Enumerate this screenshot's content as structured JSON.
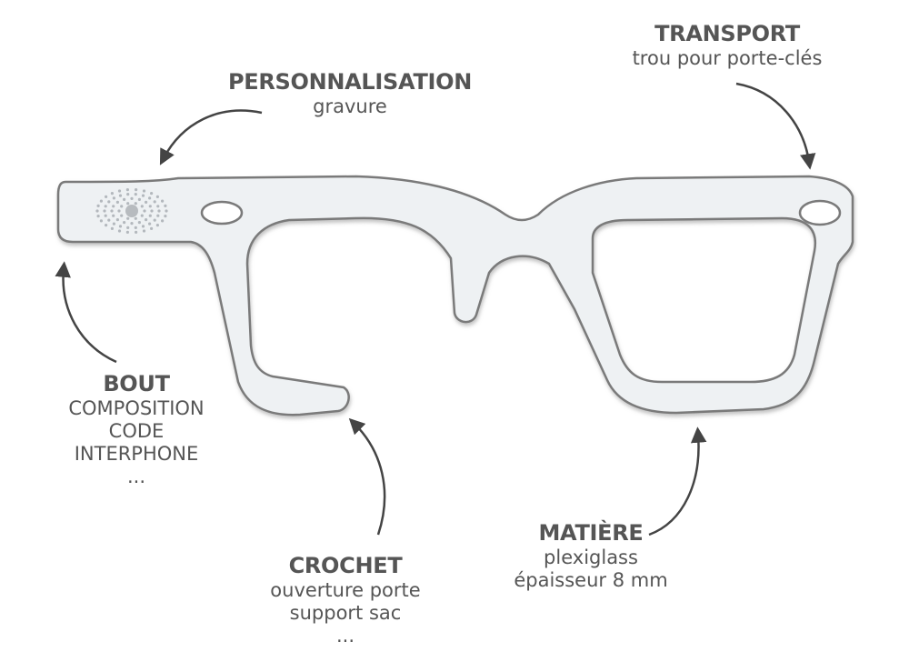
{
  "colors": {
    "text": "#555555",
    "arrow": "#444444",
    "frame_fill": "#eef1f3",
    "frame_stroke": "#7a7a7a"
  },
  "labels": {
    "personnalisation": {
      "title": "PERSONNALISATION",
      "lines": [
        "gravure"
      ]
    },
    "transport": {
      "title": "TRANSPORT",
      "lines": [
        "trou pour porte-clés"
      ]
    },
    "bout": {
      "title": "BOUT",
      "lines": [
        "COMPOSITION",
        "CODE",
        "INTERPHONE",
        "..."
      ]
    },
    "crochet": {
      "title": "CROCHET",
      "lines": [
        "ouverture porte",
        "support sac",
        "..."
      ]
    },
    "matiere": {
      "title": "MATIÈRE",
      "lines": [
        "plexiglass",
        "épaisseur 8 mm"
      ]
    }
  }
}
